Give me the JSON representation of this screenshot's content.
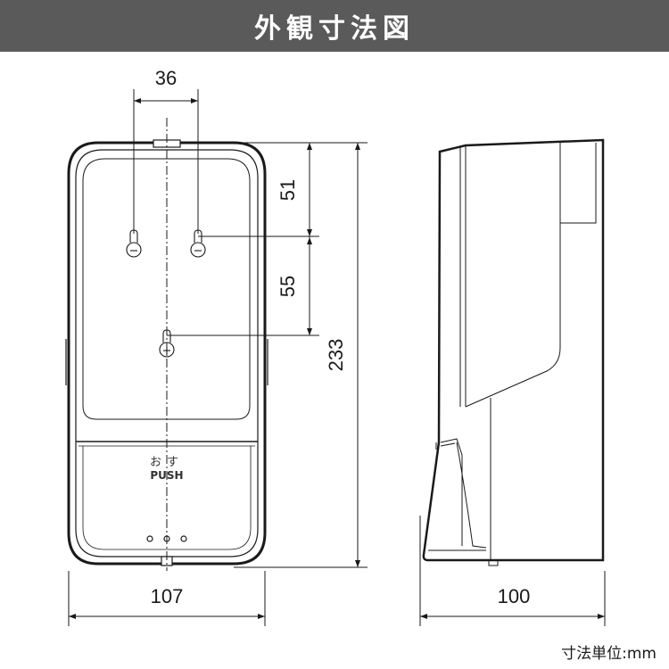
{
  "header": {
    "title": "外観寸法図"
  },
  "front_view": {
    "dim_hole_spacing": "36",
    "dim_top_to_hole": "51",
    "dim_hole_to_hole": "55",
    "dim_height": "233",
    "dim_width": "107",
    "push_label_jp": "おす",
    "push_label_en": "PUSH"
  },
  "side_view": {
    "dim_depth": "100"
  },
  "footer": {
    "unit_note": "寸法単位:mm"
  },
  "colors": {
    "header_bg": "#5a5a5a",
    "line": "#1a1a1a",
    "device_fill": "#ffffff"
  }
}
